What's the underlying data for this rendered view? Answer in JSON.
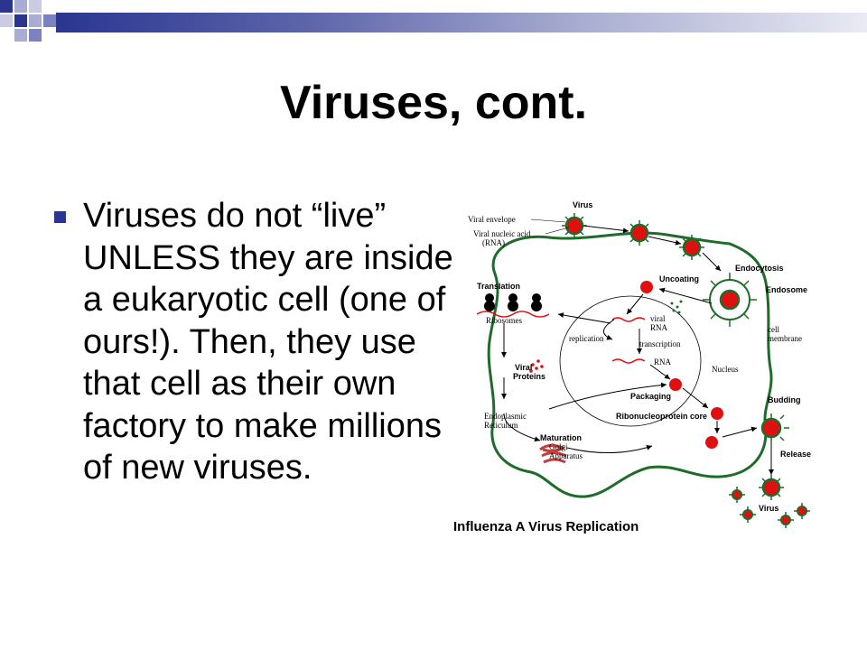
{
  "slide": {
    "title": "Viruses, cont.",
    "bullet_text": "Viruses do not “live” UNLESS they are inside a eukaryotic cell (one of ours!). Then, they use that cell as their own factory to make millions of new viruses."
  },
  "diagram": {
    "title": "Influenza A Virus Replication",
    "labels": {
      "virus_top": "Virus",
      "viral_envelope": "Viral envelope",
      "viral_nucleic_acid": "Viral nucleic acid",
      "rna_paren": "(RNA)",
      "endocytosis": "Endocytosis",
      "endosome": "Endosome",
      "uncoating": "Uncoating",
      "translation": "Translation",
      "ribosomes": "Ribosomes",
      "viral": "viral",
      "rna": "RNA",
      "replication": "replication",
      "transcription": "transcription",
      "rna2": "RNA",
      "cell": "cell",
      "membrane": "membrane",
      "nucleus": "Nucleus",
      "viral_proteins_1": "Viral",
      "viral_proteins_2": "Proteins",
      "packaging": "Packaging",
      "endoplasmic": "Endoplasmic",
      "reticulum": "Reticulum",
      "ribonucleoprotein_core": "Ribonucleoprotein core",
      "budding": "Budding",
      "maturation": "Maturation",
      "golgi": "Golgi",
      "apparatus": "Apparatus",
      "release": "Release",
      "virus_bottom": "Virus"
    },
    "colors": {
      "membrane": "#1f6b2a",
      "virion_fill": "#e01010",
      "spike": "#1f6b2a",
      "rna": "#e01010"
    }
  },
  "theme": {
    "accent": "#2a3590",
    "title_color": "#000000"
  }
}
